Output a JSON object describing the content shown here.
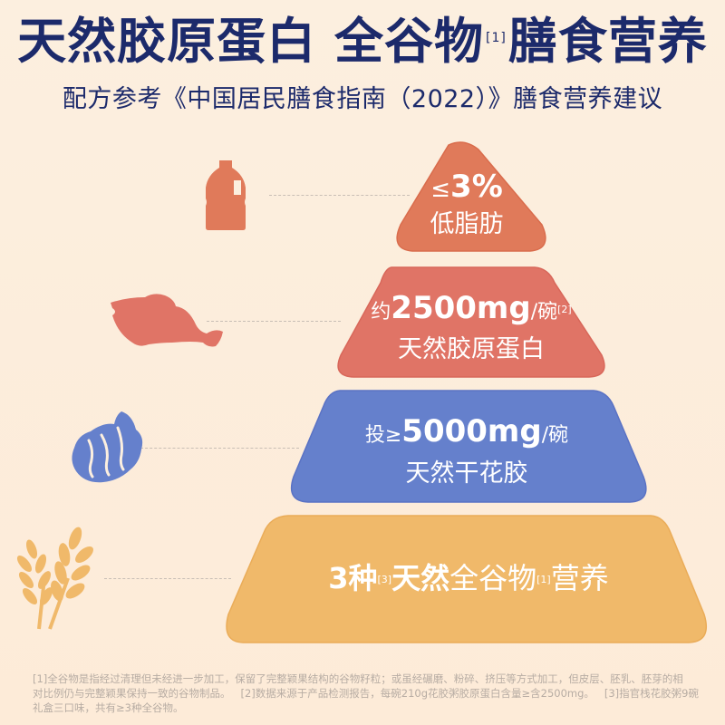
{
  "header": {
    "title_part1": "天然胶原蛋白 全谷物",
    "title_sup": "[1]",
    "title_part2": "膳食营养",
    "subtitle": "配方参考《中国居民膳食指南（2022）》膳食营养建议"
  },
  "pyramid": {
    "tiers": [
      {
        "icon": "oil-bottle-icon",
        "color": "#e07a5a",
        "line1_prefix": "≤",
        "line1_value": "3%",
        "line2": "低脂肪"
      },
      {
        "icon": "fish-icon",
        "color": "#e07466",
        "line1_prefix": "约",
        "line1_value": "2500mg",
        "line1_unit": "/碗",
        "line1_sup": "[2]",
        "line2": "天然胶原蛋白"
      },
      {
        "icon": "flower-gum-icon",
        "color": "#6580cc",
        "line1_prefix": "投≥",
        "line1_value": "5000mg",
        "line1_unit": "/碗",
        "line2": "天然干花胶"
      },
      {
        "icon": "wheat-icon",
        "color": "#f0b96a",
        "text_bold": "3种",
        "sup_a": "[3]",
        "text_bold2": "天然",
        "text_normal": "全谷物",
        "sup_b": "[1]",
        "text_end": "营养"
      }
    ]
  },
  "footnote": {
    "line1": "[1]全谷物是指经过清理但未经进一步加工，保留了完整颖果结构的谷物籽粒；或虽经碾磨、粉碎、挤压等方式加工，但皮层、胚乳、胚芽的相",
    "line2": "对比例仍与完整颖果保持一致的谷物制品。   [2]数据来源于产品检测报告，每碗210g花胶粥胶原蛋白含量≥含2500mg。   [3]指官栈花胶粥9碗",
    "line3": "礼盒三口味，共有≥3种全谷物。"
  }
}
